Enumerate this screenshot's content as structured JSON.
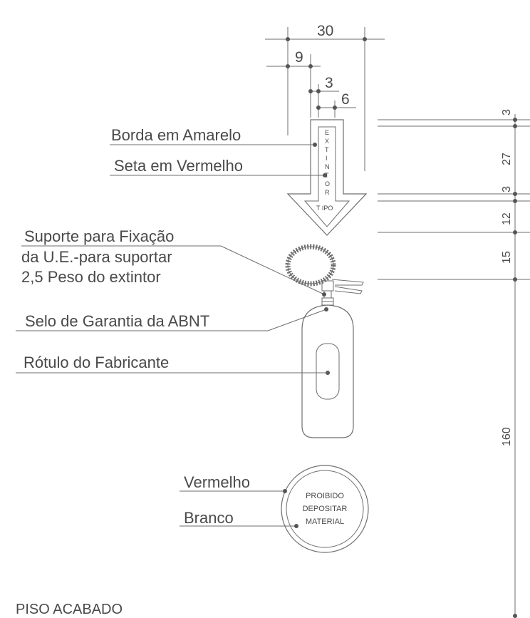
{
  "dimensions_top": {
    "d30": "30",
    "d9": "9",
    "d3": "3",
    "d6": "6"
  },
  "dimensions_right": {
    "d3a": "3",
    "d27": "27",
    "d3b": "3",
    "d12": "12",
    "d15": "15",
    "d160": "160"
  },
  "labels": {
    "borda": "Borda em Amarelo",
    "seta": "Seta em Vermelho",
    "suporte_1": "Suporte para Fixação",
    "suporte_2": "da U.E.-para suportar",
    "suporte_3": "2,5 Peso do extintor",
    "selo": "Selo de Garantia da ABNT",
    "rotulo": "Rótulo do Fabricante",
    "vermelho": "Vermelho",
    "branco": "Branco",
    "piso": "PISO ACABADO"
  },
  "arrow": {
    "letters": [
      "E",
      "X",
      "T",
      "I",
      "N",
      "T",
      "O",
      "R"
    ],
    "tipo": "T IPO"
  },
  "sign": {
    "line1": "PROIBIDO",
    "line2": "DEPOSITAR",
    "line3": "MATERIAL"
  }
}
